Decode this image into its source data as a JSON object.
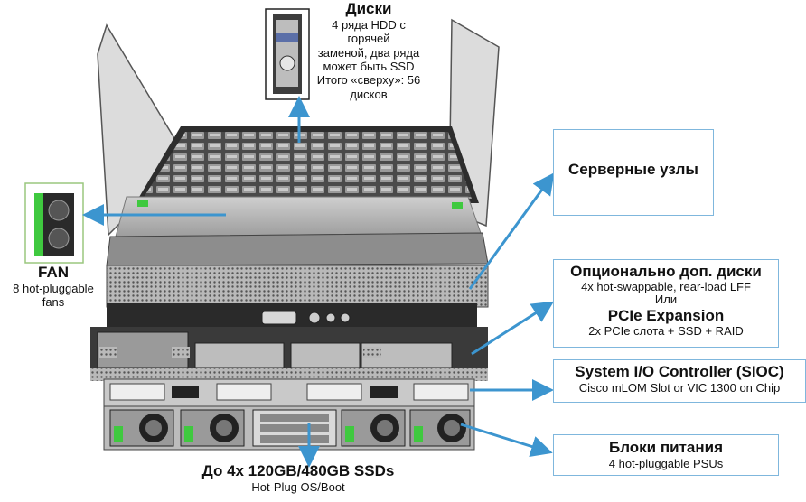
{
  "colors": {
    "arrow": "#3c95cf",
    "box_border": "#7fb7dd",
    "chassis_dark": "#2a2a2a",
    "chassis_gray": "#8d8d8d",
    "accent_green": "#3fc93f"
  },
  "icons": {
    "disk_module": "hdd-carrier-icon",
    "fan_module": "fan-module-icon"
  },
  "labels": {
    "disks": {
      "title": "Диски",
      "lines": [
        "4 ряда HDD с горячей",
        "заменой, два ряда",
        "может быть SSD",
        "Итого «сверху»: 56",
        "дисков"
      ]
    },
    "fan": {
      "title": "FAN",
      "lines": [
        "8 hot-pluggable",
        "fans"
      ]
    },
    "server_nodes": {
      "title": "Серверные узлы"
    },
    "expansion": {
      "title": "Опционально доп. диски",
      "line1": "4x hot-swappable, rear-load LFF",
      "or": "Или",
      "title2": "PCIe Expansion",
      "line2": "2x PCIe слота + SSD + RAID"
    },
    "sioc": {
      "title": "System I/O Controller (SIOC)",
      "line": "Cisco  mLOM Slot or VIC 1300 on Chip"
    },
    "psu": {
      "title": "Блоки питания",
      "line": "4 hot-pluggable PSUs"
    },
    "ssd": {
      "title": "До 4x 120GB/480GB  SSDs",
      "line": "Hot-Plug OS/Boot"
    }
  }
}
